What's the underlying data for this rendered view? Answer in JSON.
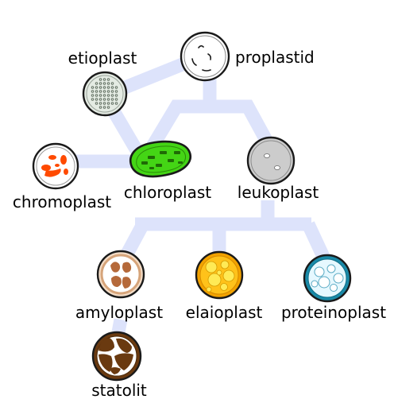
{
  "colors": {
    "connector": "#dde3fb",
    "outline": "#1a1a1a",
    "proplastid": "#ffffff",
    "etioplast": "#e4ebe3",
    "chromoplast_fill": "#ffffff",
    "chromoplast_bodies": "#ff4a00",
    "chloroplast": "#44d515",
    "chloroplast_thylakoid": "#2a8a0a",
    "leukoplast": "#cccccc",
    "amyloplast_ring": "#d6a47a",
    "amyloplast_grain": "#b5693a",
    "elaioplast_ring": "#f2a200",
    "elaioplast_drops": "#ffea55",
    "proteinoplast_ring": "#1a8aa8",
    "proteinoplast_fill": "#e6f8ff",
    "statolit": "#6a3a10"
  },
  "labels": {
    "proplastid": "proplastid",
    "etioplast": "etioplast",
    "chromoplast": "chromoplast",
    "chloroplast": "chloroplast",
    "leukoplast": "leukoplast",
    "amyloplast": "amyloplast",
    "elaioplast": "elaioplast",
    "proteinoplast": "proteinoplast",
    "statolit": "statolit"
  },
  "icons": {
    "proplastid": "proplastid-icon",
    "etioplast": "etioplast-icon",
    "chromoplast": "chromoplast-icon",
    "chloroplast": "chloroplast-icon",
    "leukoplast": "leukoplast-icon",
    "amyloplast": "amyloplast-icon",
    "elaioplast": "elaioplast-icon",
    "proteinoplast": "proteinoplast-icon",
    "statolit": "statolit-icon"
  }
}
